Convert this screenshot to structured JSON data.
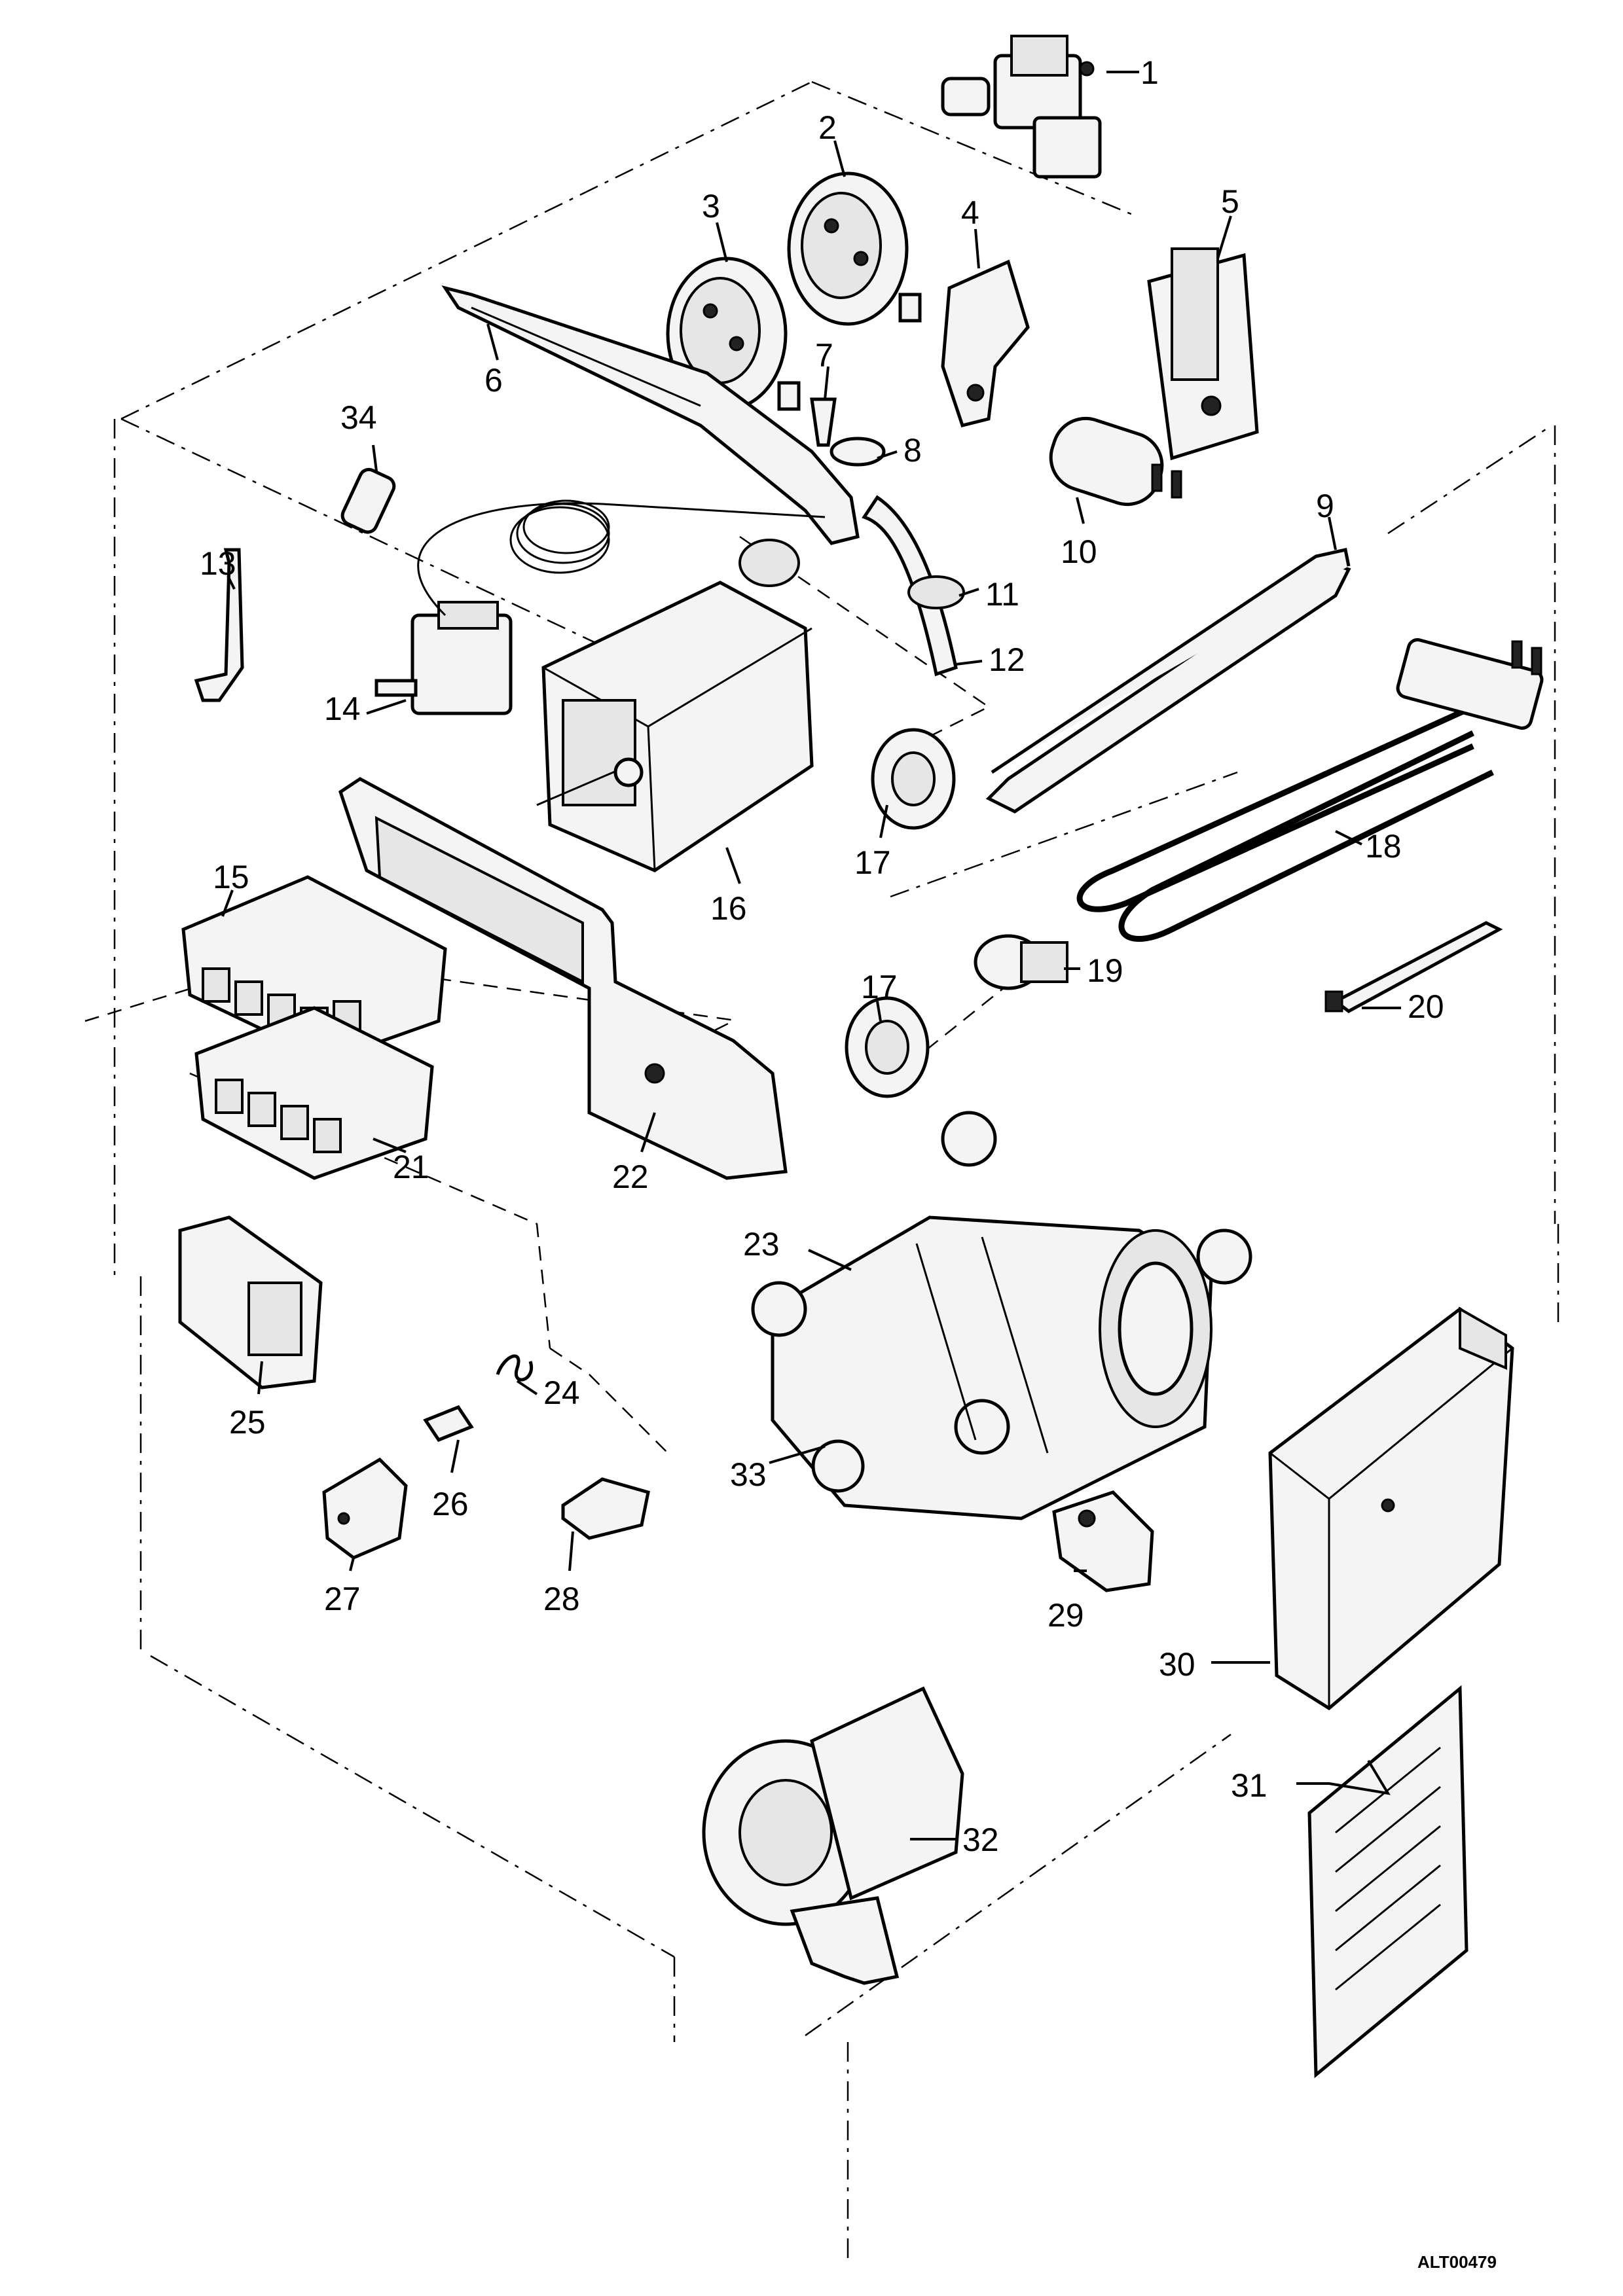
{
  "drawing_ref": "ALT00479",
  "callouts": [
    "1",
    "2",
    "3",
    "4",
    "5",
    "6",
    "7",
    "8",
    "9",
    "10",
    "11",
    "12",
    "13",
    "14",
    "15",
    "16",
    "17",
    "17",
    "18",
    "19",
    "20",
    "21",
    "22",
    "23",
    "24",
    "25",
    "26",
    "27",
    "28",
    "29",
    "30",
    "31",
    "32",
    "33",
    "34"
  ],
  "icons": [
    "solenoid-valve-icon",
    "pressure-switch-icon",
    "bracket-icon",
    "door-interlock-icon",
    "support-bar-icon",
    "hose-icon",
    "clip-icon",
    "heater-support-icon",
    "capacitor-icon",
    "sleeve-icon",
    "wire-icon",
    "lever-icon",
    "thermostat-icon",
    "switch-block-icon",
    "programmer-icon",
    "knob-seal-icon",
    "heating-element-icon",
    "thermostat-switch-icon",
    "earth-strap-icon",
    "panel-frame-icon",
    "motor-icon",
    "spring-icon",
    "relay-icon",
    "connector-icon",
    "suppressor-icon",
    "terminal-block-icon",
    "noise-filter-icon",
    "cover-icon",
    "circuit-board-icon",
    "pump-icon",
    "plug-icon"
  ]
}
